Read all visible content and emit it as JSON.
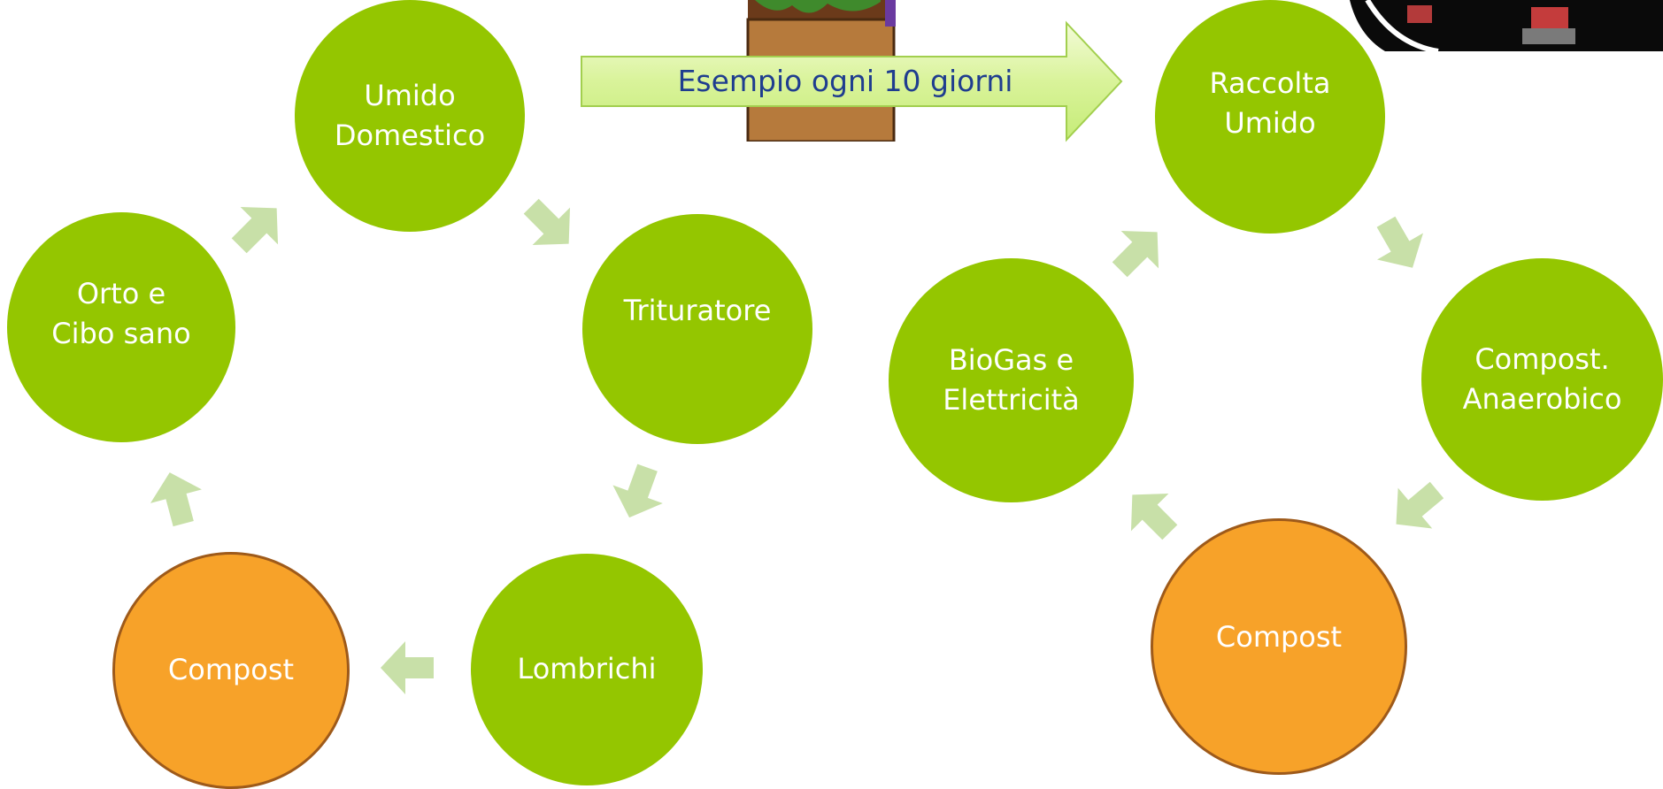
{
  "banner": {
    "label": "Esempio ogni 10 giorni"
  },
  "cycle_left": {
    "nodes": [
      {
        "line1": "Umido",
        "line2": "Domestico"
      },
      {
        "line1": "Trituratore",
        "line2": ""
      },
      {
        "line1": "Lombrichi",
        "line2": ""
      },
      {
        "line1": "Compost",
        "line2": ""
      },
      {
        "line1": "Orto e",
        "line2": "Cibo sano"
      }
    ]
  },
  "cycle_right": {
    "nodes": [
      {
        "line1": "Raccolta",
        "line2": "Umido"
      },
      {
        "line1": "Compost.",
        "line2": "Anaerobico"
      },
      {
        "line1": "Compost",
        "line2": ""
      },
      {
        "line1": "BioGas e",
        "line2": "Elettricità"
      }
    ]
  },
  "colors": {
    "node_green": "#94c600",
    "node_orange": "#f7a229",
    "cycle_arrow": "#c8e0a8",
    "banner_text": "#1f3d8f"
  }
}
